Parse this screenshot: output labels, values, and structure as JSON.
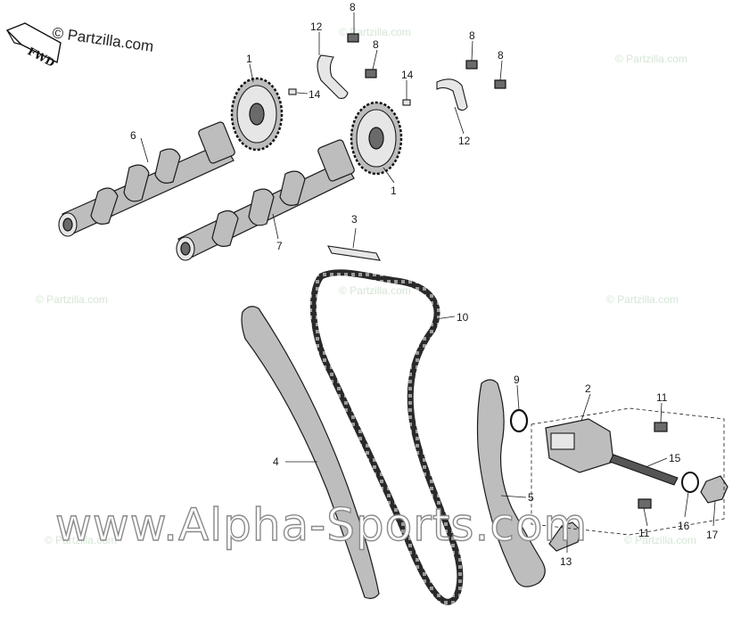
{
  "watermarks": {
    "site_top": "© Partzilla.com",
    "site_repeat": "© Partzilla.com",
    "banner": "www.Alpha-Sports.com"
  },
  "direction_badge": "FWD",
  "callouts": [
    {
      "id": "c8a",
      "label": "8"
    },
    {
      "id": "c12a",
      "label": "12"
    },
    {
      "id": "c8b",
      "label": "8"
    },
    {
      "id": "c1a",
      "label": "1"
    },
    {
      "id": "c14a",
      "label": "14"
    },
    {
      "id": "c8c",
      "label": "8"
    },
    {
      "id": "c8d",
      "label": "8"
    },
    {
      "id": "c14b",
      "label": "14"
    },
    {
      "id": "c12b",
      "label": "12"
    },
    {
      "id": "c6",
      "label": "6"
    },
    {
      "id": "c1b",
      "label": "1"
    },
    {
      "id": "c7",
      "label": "7"
    },
    {
      "id": "c3",
      "label": "3"
    },
    {
      "id": "c10",
      "label": "10"
    },
    {
      "id": "c9",
      "label": "9"
    },
    {
      "id": "c2",
      "label": "2"
    },
    {
      "id": "c11a",
      "label": "11"
    },
    {
      "id": "c4",
      "label": "4"
    },
    {
      "id": "c15",
      "label": "15"
    },
    {
      "id": "c5",
      "label": "5"
    },
    {
      "id": "c11b",
      "label": "11"
    },
    {
      "id": "c16",
      "label": "16"
    },
    {
      "id": "c17",
      "label": "17"
    },
    {
      "id": "c13",
      "label": "13"
    }
  ]
}
